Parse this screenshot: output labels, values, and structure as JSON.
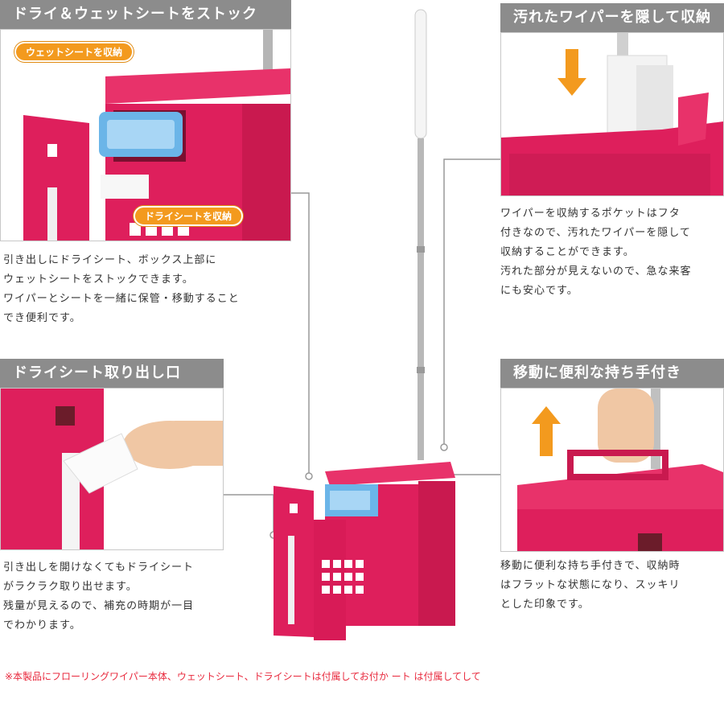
{
  "colors": {
    "title_bar": "#8c8c8c",
    "product_pink": "#de1f5c",
    "accent_orange": "#f39a1e",
    "note_red": "#e8283c"
  },
  "panels": {
    "top_left": {
      "title": "ドライ＆ウェットシートをストック",
      "callout_wet": "ウェットシートを収納",
      "callout_dry": "ドライシートを収納",
      "description": "引き出しにドライシート、ボックス上部に\nウェットシートをストックできます。\nワイパーとシートを一緒に保管・移動すること\nでき便利です。"
    },
    "top_right": {
      "title": "汚れたワイパーを隠して収納",
      "description": "ワイパーを収納するポケットはフタ\n付きなので、汚れたワイパーを隠して\n収納することができます。\n汚れた部分が見えないので、急な来客\nにも安心です。"
    },
    "bottom_left": {
      "title": "ドライシート取り出し口",
      "description": "引き出しを開けなくてもドライシート\nがラクラク取り出せます。\n残量が見えるので、補充の時期が一目\nでわかります。"
    },
    "bottom_right": {
      "title": "移動に便利な持ち手付き",
      "description": "移動に便利な持ち手付きで、収納時\nはフラットな状態になり、スッキリ\nとした印象です。"
    }
  },
  "footnote": "※本製品にフローリングワイパー本体、ウェットシート、ドライシートは付属してお付か ート は付属してして"
}
